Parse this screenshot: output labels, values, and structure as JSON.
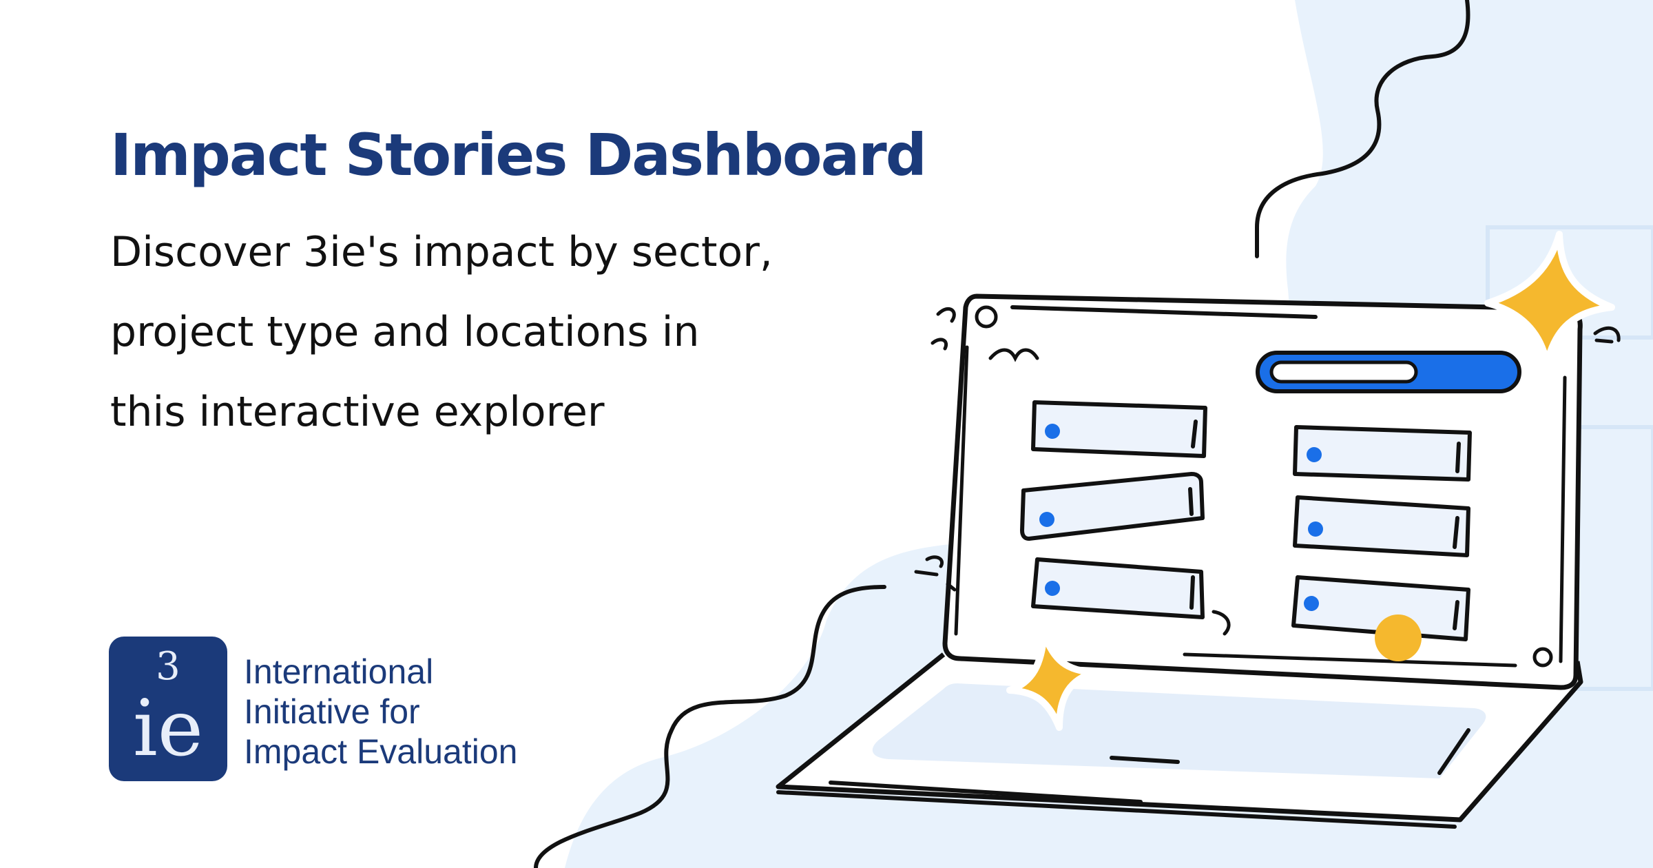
{
  "headline": "Impact Stories Dashboard",
  "subheadline_lines": [
    "Discover 3ie's impact by sector,",
    "project type and locations in",
    "this interactive explorer"
  ],
  "logo": {
    "mark_text": "3ie",
    "name_lines": [
      "International",
      "Initiative for",
      "Impact Evaluation"
    ]
  },
  "colors": {
    "headline": "#1b3a7a",
    "accent_blue": "#1a6fe8",
    "accent_yellow": "#f5b82e",
    "pale_blue": "#e8f2fc",
    "outline": "#111111"
  },
  "illustration": {
    "subject": "laptop-with-dashboard-list-icon"
  }
}
